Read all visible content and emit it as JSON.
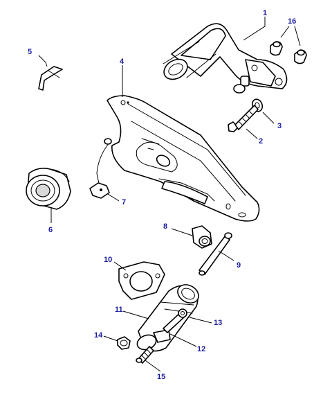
{
  "diagram": {
    "callouts": [
      {
        "id": "1",
        "label": "1"
      },
      {
        "id": "2",
        "label": "2"
      },
      {
        "id": "3",
        "label": "3"
      },
      {
        "id": "4",
        "label": "4"
      },
      {
        "id": "5",
        "label": "5"
      },
      {
        "id": "6",
        "label": "6"
      },
      {
        "id": "7",
        "label": "7"
      },
      {
        "id": "8",
        "label": "8"
      },
      {
        "id": "9",
        "label": "9"
      },
      {
        "id": "10",
        "label": "10"
      },
      {
        "id": "11",
        "label": "11"
      },
      {
        "id": "12",
        "label": "12"
      },
      {
        "id": "13",
        "label": "13"
      },
      {
        "id": "14",
        "label": "14"
      },
      {
        "id": "15",
        "label": "15"
      },
      {
        "id": "16",
        "label": "16"
      }
    ],
    "colors": {
      "callout_text": "#1a1aa0",
      "line_art": "#000000",
      "background": "#ffffff"
    }
  }
}
